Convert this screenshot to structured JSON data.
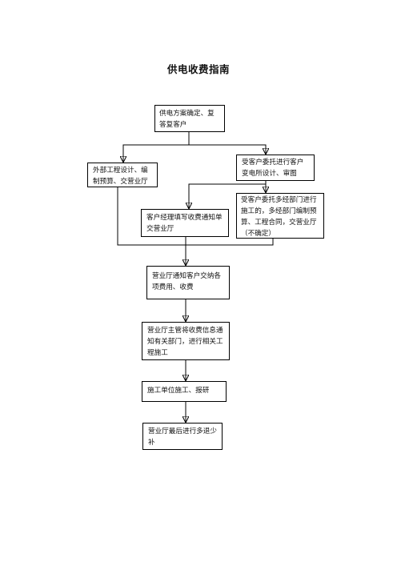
{
  "title": "供电收费指南",
  "boxes": {
    "b1": "供电方案确定、复答复客户",
    "b2": "外部工程设计、编制预算、交营业厅",
    "b3": "受客户委托进行客户变电所设计、审图",
    "b4": "客户经理填写收费通知单交营业厅",
    "b5": "受客户委托多经部门进行施工的，多经部门编制预算、工程合同，交营业厅（不确定）",
    "b6": "营业厅通知客户交纳各项费用、收费",
    "b7": "营业厅主管将收费信息通知有关部门，进行相关工程施工",
    "b8": "施工单位施工、报研",
    "b9": "营业厅最后进行多退少补"
  }
}
